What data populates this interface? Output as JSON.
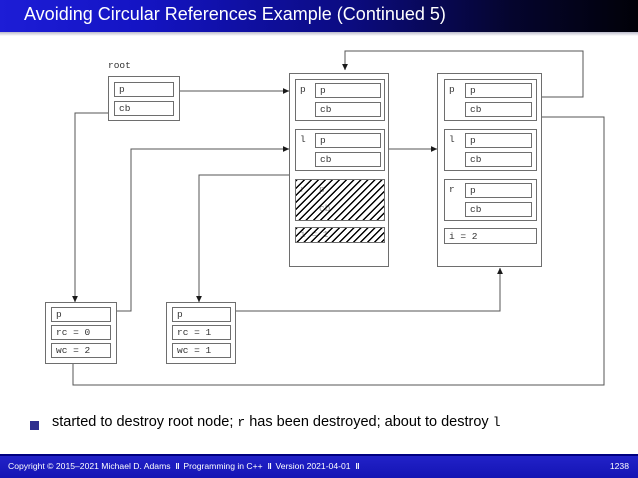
{
  "slide": {
    "title": "Avoiding Circular References Example (Continued 5)",
    "bullet_text_1": "started to destroy root node; ",
    "bullet_code_1": "r",
    "bullet_text_2": " has been destroyed; about to destroy ",
    "bullet_code_2": "l",
    "bullet_marker_color": "#2e2e8f"
  },
  "diagram": {
    "root_caption": "root",
    "root_node": {
      "p": "p",
      "cb": "cb"
    },
    "middle_node": {
      "p_label": "p",
      "p_p": "p",
      "p_cb": "cb",
      "l_label": "l",
      "l_p": "p",
      "l_cb": "cb",
      "r_label": "r",
      "r_p": "p",
      "r_cb": "cb",
      "i": "i = 1",
      "destroyed": "true"
    },
    "right_node": {
      "p_label": "p",
      "p_p": "p",
      "p_cb": "cb",
      "l_label": "l",
      "l_p": "p",
      "l_cb": "cb",
      "r_label": "r",
      "r_p": "p",
      "r_cb": "cb",
      "i": "i = 2"
    },
    "left_control_block": {
      "p": "p",
      "rc": "rc = 0",
      "wc": "wc = 2"
    },
    "right_control_block": {
      "p": "p",
      "rc": "rc = 1",
      "wc": "wc = 1"
    }
  },
  "footer": {
    "copyright": "Copyright © 2015–2021 Michael D. Adams",
    "sep1": "‖",
    "course": "Programming in C++",
    "sep2": "‖",
    "version": "Version 2021-04-01",
    "sep3": "‖",
    "page": "1238"
  }
}
